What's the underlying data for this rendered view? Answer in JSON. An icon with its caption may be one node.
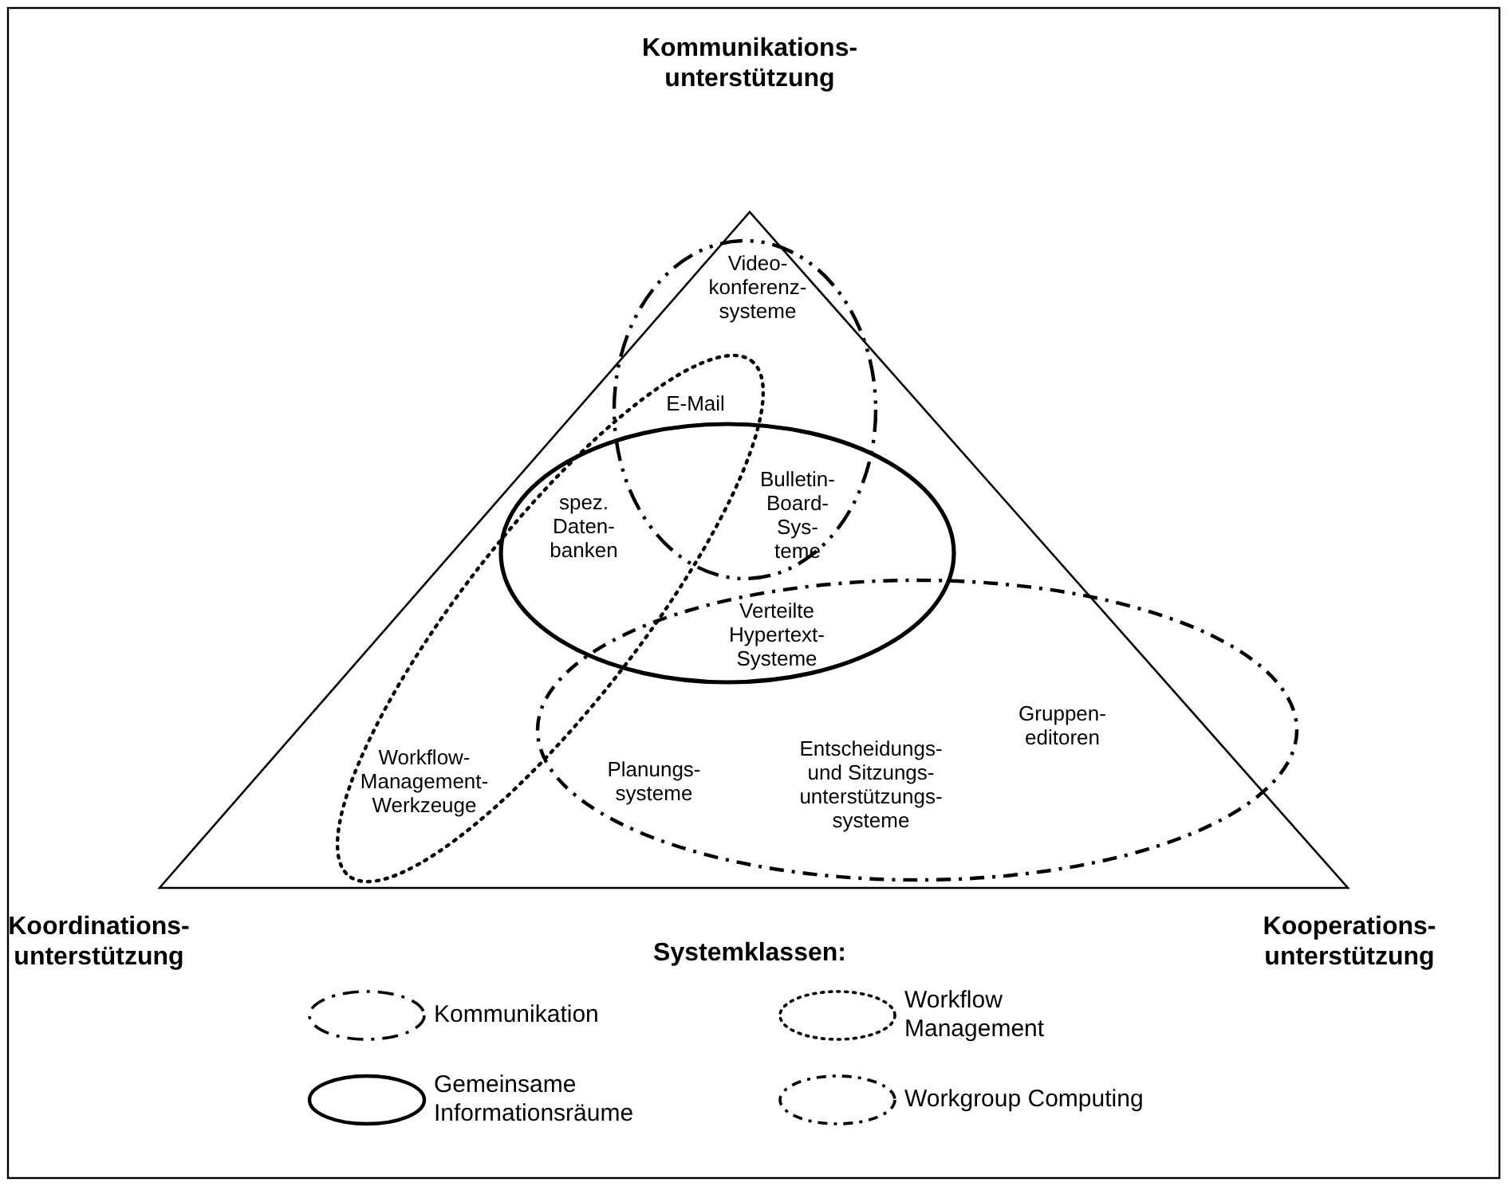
{
  "diagram": {
    "labels": [
      "Kommunikations- unterstützung",
      "Video- konferenz- systeme",
      "E-Mail",
      "Bulletin- Board- Sys- teme",
      "spez. Daten- banken",
      "Verteilte Hypertext- Systeme",
      "Gruppen- editoren",
      "Workflow- Management- Werkzeuge",
      "Planungs- systeme",
      "Entscheidungs- und Sitzungs- unterstützungs- systeme",
      "Koordinations- unterstützung",
      "Kooperations- unterstützung",
      "Systemklassen:"
    ],
    "legend": [
      {
        "text": "Kommunikation"
      },
      {
        "text": "Workflow Management"
      },
      {
        "text": "Gemeinsame Informationsräume"
      },
      {
        "text": "Workgroup Computing"
      }
    ]
  }
}
